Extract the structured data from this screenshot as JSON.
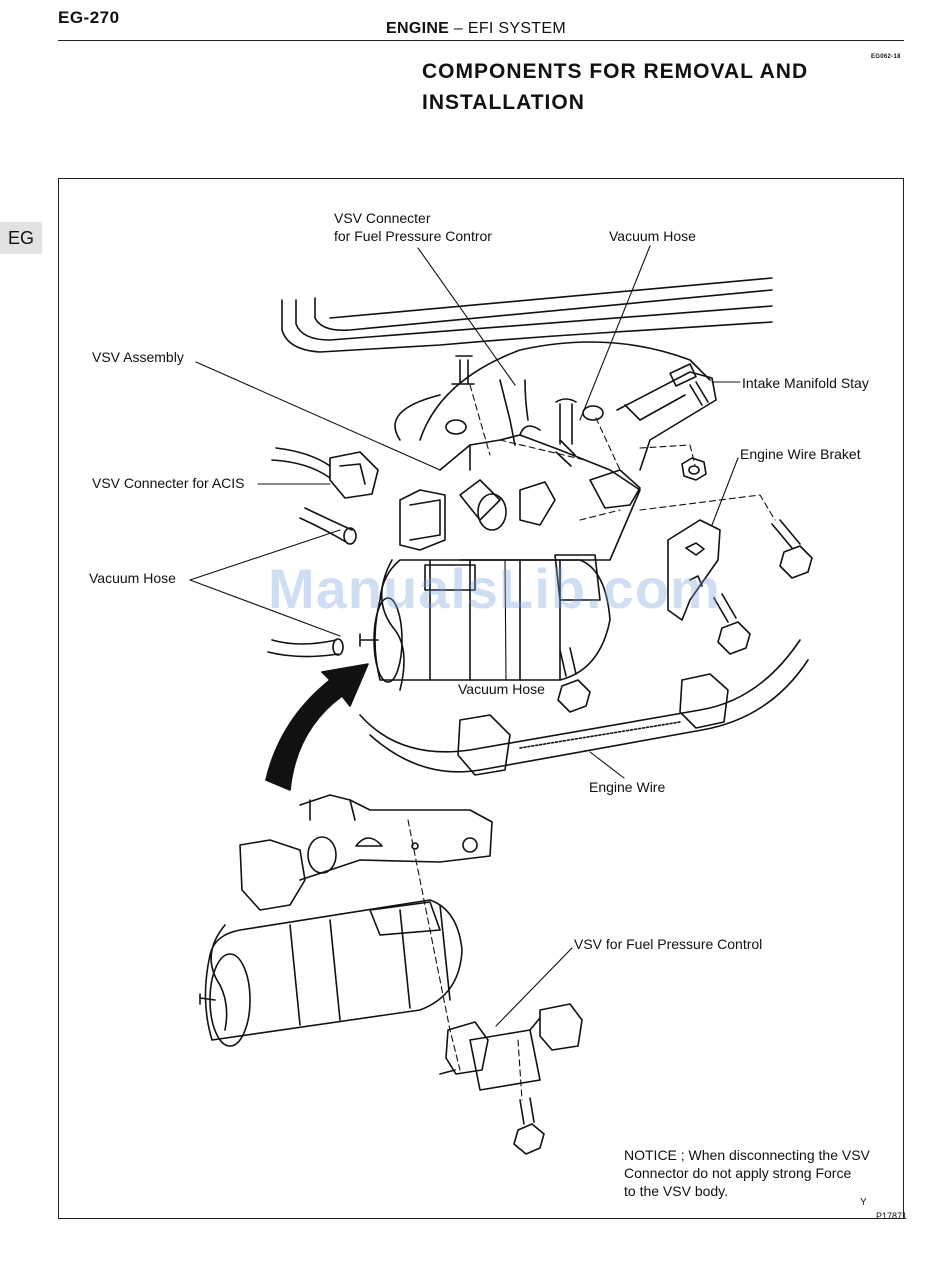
{
  "page": {
    "number": "EG-270",
    "header_bold": "ENGINE",
    "header_dash": "–",
    "header_rest": "EFI SYSTEM",
    "code": "EG062-18"
  },
  "title_lines": [
    "COMPONENTS FOR REMOVAL AND",
    "INSTALLATION"
  ],
  "side_tab": "EG",
  "labels": {
    "vsv_connecter_fuel_1": "VSV Connecter",
    "vsv_connecter_fuel_2": "for Fuel Pressure Contror",
    "vacuum_hose_top": "Vacuum Hose",
    "vsv_assembly": "VSV Assembly",
    "intake_manifold_stay": "Intake Manifold Stay",
    "engine_wire_braket": "Engine Wire Braket",
    "vsv_connecter_acis": "VSV Connecter for ACIS",
    "vacuum_hose_left": "Vacuum Hose",
    "vacuum_hose_bottom": "Vacuum Hose",
    "engine_wire": "Engine Wire",
    "vsv_fuel_pressure_control": "VSV for Fuel Pressure Control"
  },
  "notice_lines": [
    "NOTICE ; When disconnecting the VSV",
    "Connector do not apply strong Force",
    "to the VSV body."
  ],
  "figure_marks": {
    "y_mark": "Y",
    "figure_code": "P17871"
  },
  "watermark": "ManualsLib.com"
}
